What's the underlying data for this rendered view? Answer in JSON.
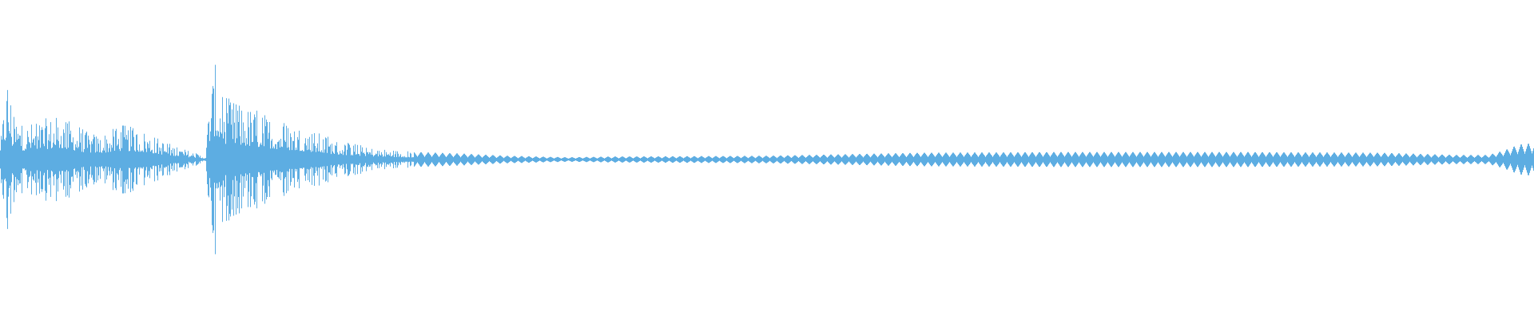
{
  "waveform": {
    "color": "#5dade2",
    "background": "#ffffff",
    "envelope": [
      [
        0.0,
        0.1
      ],
      [
        0.003,
        0.42
      ],
      [
        0.005,
        0.58
      ],
      [
        0.008,
        0.3
      ],
      [
        0.015,
        0.22
      ],
      [
        0.03,
        0.26
      ],
      [
        0.04,
        0.28
      ],
      [
        0.055,
        0.18
      ],
      [
        0.065,
        0.16
      ],
      [
        0.08,
        0.22
      ],
      [
        0.095,
        0.18
      ],
      [
        0.11,
        0.1
      ],
      [
        0.125,
        0.05
      ],
      [
        0.134,
        0.02
      ],
      [
        0.136,
        0.42
      ],
      [
        0.14,
        0.6
      ],
      [
        0.145,
        0.4
      ],
      [
        0.16,
        0.34
      ],
      [
        0.18,
        0.26
      ],
      [
        0.2,
        0.2
      ],
      [
        0.22,
        0.12
      ],
      [
        0.245,
        0.07
      ],
      [
        0.27,
        0.05
      ],
      [
        0.3,
        0.04
      ],
      [
        0.33,
        0.025
      ],
      [
        0.37,
        0.015
      ],
      [
        0.4,
        0.02
      ],
      [
        0.45,
        0.022
      ],
      [
        0.5,
        0.025
      ],
      [
        0.55,
        0.035
      ],
      [
        0.6,
        0.045
      ],
      [
        0.7,
        0.05
      ],
      [
        0.8,
        0.05
      ],
      [
        0.9,
        0.045
      ],
      [
        0.95,
        0.03
      ],
      [
        0.97,
        0.03
      ],
      [
        0.98,
        0.06
      ],
      [
        0.99,
        0.1
      ],
      [
        1.0,
        0.11
      ]
    ]
  }
}
